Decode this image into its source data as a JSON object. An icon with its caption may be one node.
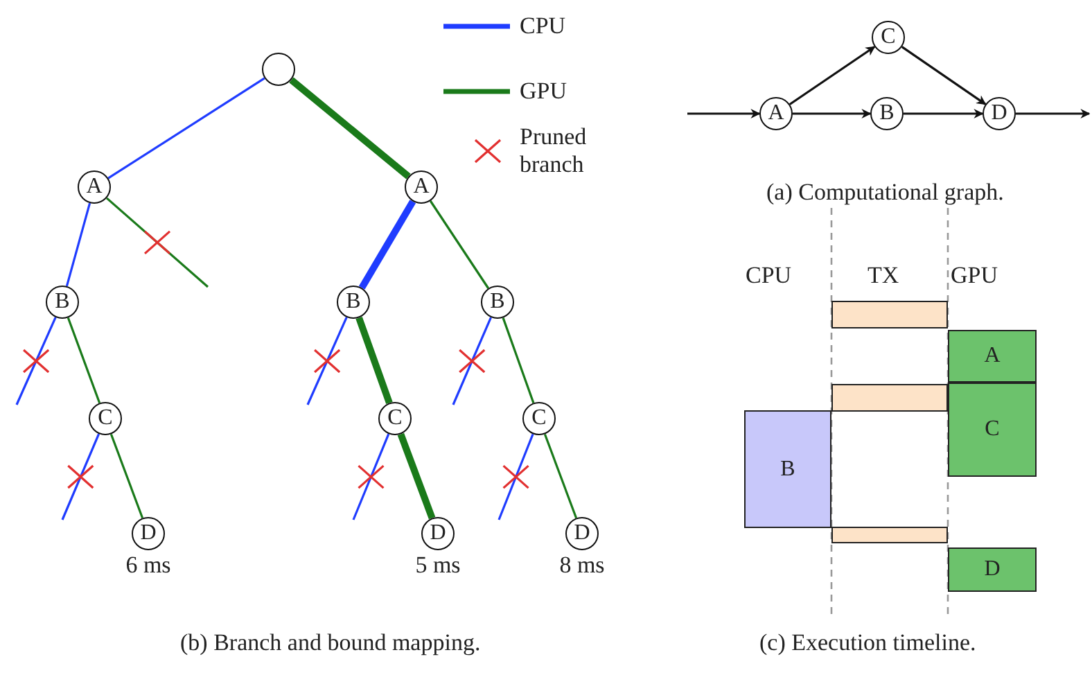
{
  "diagram": {
    "nodes": [
      {
        "text": [],
        "shape": "circle"
      },
      {
        "text": [
          "A"
        ]
      },
      {
        "text": [
          "A"
        ]
      },
      {
        "text": [
          "B"
        ]
      },
      {
        "text": [
          "B"
        ]
      },
      {
        "text": [
          "B"
        ]
      },
      {
        "text": [
          "C"
        ]
      },
      {
        "text": [
          "C"
        ]
      },
      {
        "text": [
          "C"
        ]
      },
      {
        "text": [
          "D"
        ],
        "beside": [
          "6 ms"
        ]
      },
      {
        "text": [
          "D"
        ],
        "beside": [
          "5 ms"
        ]
      },
      {
        "text": [
          "D"
        ],
        "beside": [
          "8 ms"
        ]
      },
      {
        "text": [
          "C"
        ]
      },
      {
        "text": [
          "A"
        ]
      },
      {
        "text": [
          "B"
        ]
      },
      {
        "text": [
          "D"
        ]
      },
      {
        "text": [],
        "shape": "bar"
      },
      {
        "text": [
          "A"
        ]
      },
      {
        "text": [],
        "shape": "bar"
      },
      {
        "text": [
          "C"
        ]
      },
      {
        "text": [
          "B"
        ]
      },
      {
        "text": [],
        "shape": "bar"
      },
      {
        "text": [
          "D"
        ]
      }
    ],
    "edges": [
      {
        "from": 0,
        "to": 1,
        "arrow": "none",
        "color": "#1f3cff"
      },
      {
        "from": 0,
        "to": 2,
        "arrow": "none",
        "style": "thick",
        "color": "#1a7a1a"
      },
      {
        "from": 1,
        "to": 3,
        "arrow": "none",
        "color": "#1f3cff"
      },
      {
        "from": 1,
        "to": null,
        "arrow": "none",
        "color": "#1a7a1a"
      },
      {
        "from": 2,
        "to": 4,
        "arrow": "none",
        "style": "thick",
        "color": "#1f3cff"
      },
      {
        "from": 2,
        "to": 5,
        "arrow": "none",
        "color": "#1a7a1a"
      },
      {
        "from": 3,
        "to": null,
        "arrow": "none",
        "color": "#1f3cff"
      },
      {
        "from": 3,
        "to": 6,
        "arrow": "none",
        "color": "#1a7a1a"
      },
      {
        "from": 4,
        "to": null,
        "arrow": "none",
        "color": "#1f3cff"
      },
      {
        "from": 4,
        "to": 7,
        "arrow": "none",
        "style": "thick",
        "color": "#1a7a1a"
      },
      {
        "from": 5,
        "to": null,
        "arrow": "none",
        "color": "#1f3cff"
      },
      {
        "from": 5,
        "to": 8,
        "arrow": "none",
        "color": "#1a7a1a"
      },
      {
        "from": 6,
        "to": null,
        "arrow": "none",
        "color": "#1f3cff"
      },
      {
        "from": 6,
        "to": 9,
        "arrow": "none",
        "color": "#1a7a1a"
      },
      {
        "from": 7,
        "to": null,
        "arrow": "none",
        "color": "#1f3cff"
      },
      {
        "from": 7,
        "to": 10,
        "arrow": "none",
        "style": "thick",
        "color": "#1a7a1a"
      },
      {
        "from": 8,
        "to": null,
        "arrow": "none",
        "color": "#1f3cff"
      },
      {
        "from": 8,
        "to": 11,
        "arrow": "none",
        "color": "#1a7a1a"
      },
      {
        "from": null,
        "to": 13,
        "arrow": "to",
        "color": "#111111"
      },
      {
        "from": 13,
        "to": 12,
        "arrow": "to",
        "color": "#111111"
      },
      {
        "from": 13,
        "to": 14,
        "arrow": "to",
        "color": "#111111"
      },
      {
        "from": 12,
        "to": 15,
        "arrow": "to",
        "color": "#111111"
      },
      {
        "from": 14,
        "to": 15,
        "arrow": "to",
        "color": "#111111"
      },
      {
        "from": 15,
        "to": null,
        "arrow": "to",
        "color": "#111111"
      }
    ],
    "labels": [
      "(a) Computational graph.",
      "CPU",
      "TX",
      "GPU",
      "(b) Branch and bound mapping.",
      "(c) Execution timeline."
    ],
    "legend": [
      {
        "text": "CPU"
      },
      {
        "text": "GPU"
      },
      {
        "text": "Pruned branch"
      }
    ]
  }
}
